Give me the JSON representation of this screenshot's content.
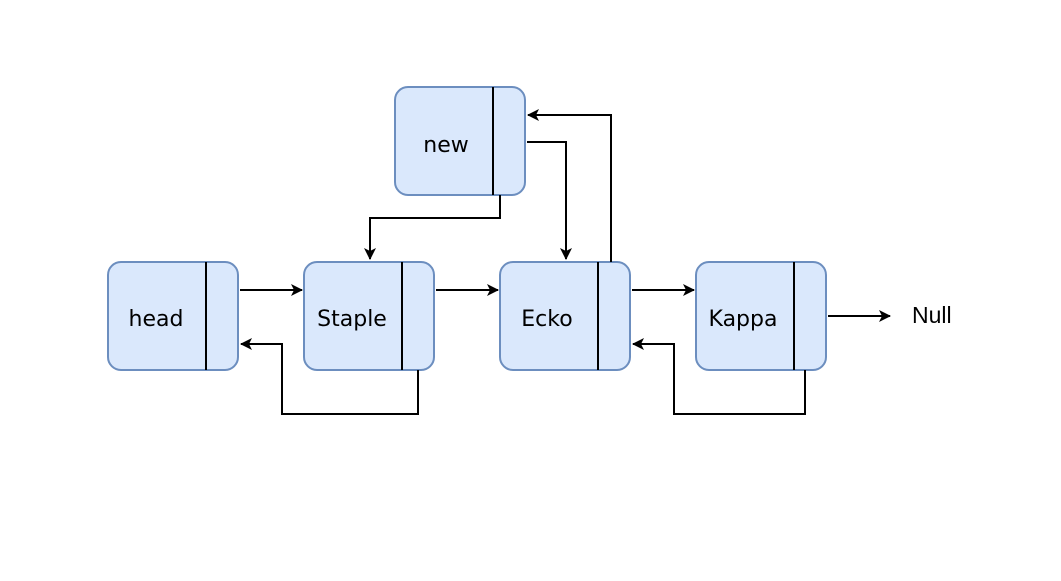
{
  "nodes": {
    "head": "head",
    "staple": "Staple",
    "ecko": "Ecko",
    "kappa": "Kappa",
    "new": "new"
  },
  "terminal": "Null",
  "colors": {
    "node_fill": "#dae8fc",
    "node_border": "#6c8ebf",
    "edge": "#000000"
  }
}
